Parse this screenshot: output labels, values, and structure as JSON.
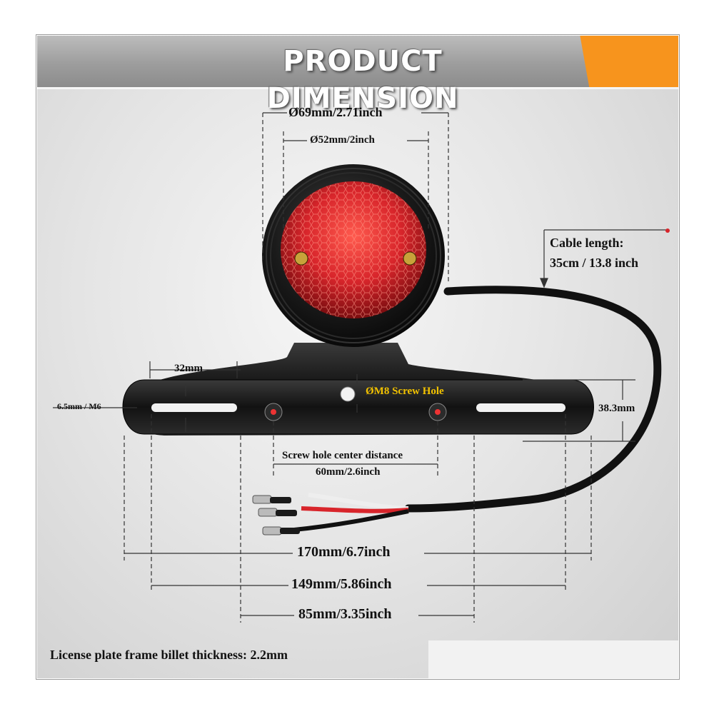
{
  "header": {
    "title": "PRODUCT DIMENSION",
    "accent_color": "#f7941d"
  },
  "labels": {
    "outer_diameter": "Ø69mm/2.71inch",
    "lens_diameter": "Ø52mm/2inch",
    "cable_length_line1": "Cable length:",
    "cable_length_line2": "35cm / 13.8 inch",
    "slot_length": "32mm",
    "slot_width": "6.5mm / M6",
    "screw_hole": "ØM8 Screw Hole",
    "plate_height": "38.3mm",
    "center_distance_line1": "Screw hole center distance",
    "center_distance_line2": "60mm/2.6inch",
    "total_width": "170mm/6.7inch",
    "slot_span": "149mm/5.86inch",
    "inner_span": "85mm/3.35inch",
    "thickness_note": "License plate frame billet thickness: 2.2mm"
  },
  "colors": {
    "lens_red": "#d8252b",
    "body_black": "#141414",
    "screw_label": "#f2c200"
  }
}
